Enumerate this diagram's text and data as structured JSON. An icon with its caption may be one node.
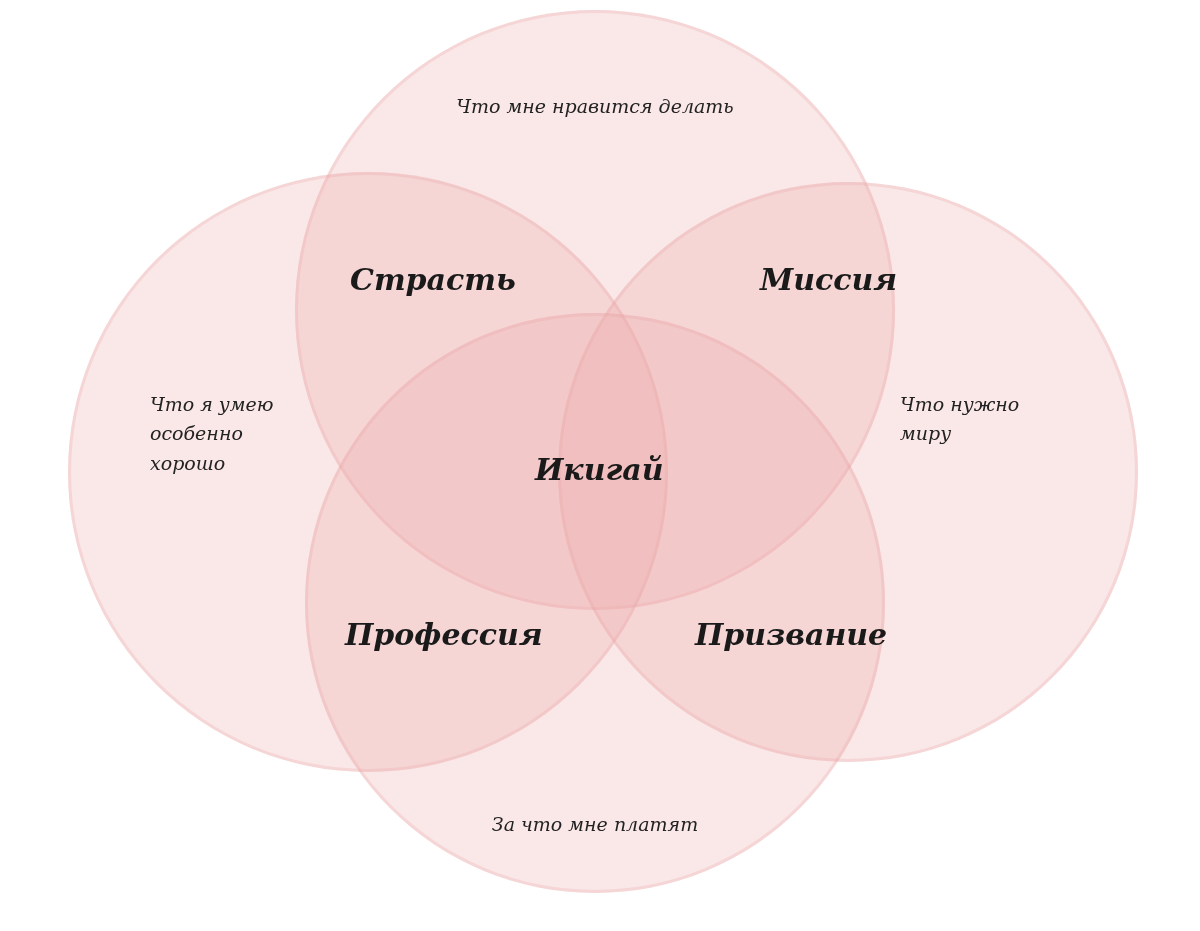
{
  "diagram": {
    "nodes": [
      {
        "text": [
          "Что мне нравится делать"
        ]
      },
      {
        "text": [
          "Что я умею особенно хорошо"
        ]
      },
      {
        "text": [
          "Что нужно миру"
        ]
      },
      {
        "text": [
          "За что мне платят"
        ]
      }
    ],
    "labels": [
      "Страсть",
      "Миссия",
      "Икигай",
      "Профессия",
      "Призвание"
    ]
  }
}
